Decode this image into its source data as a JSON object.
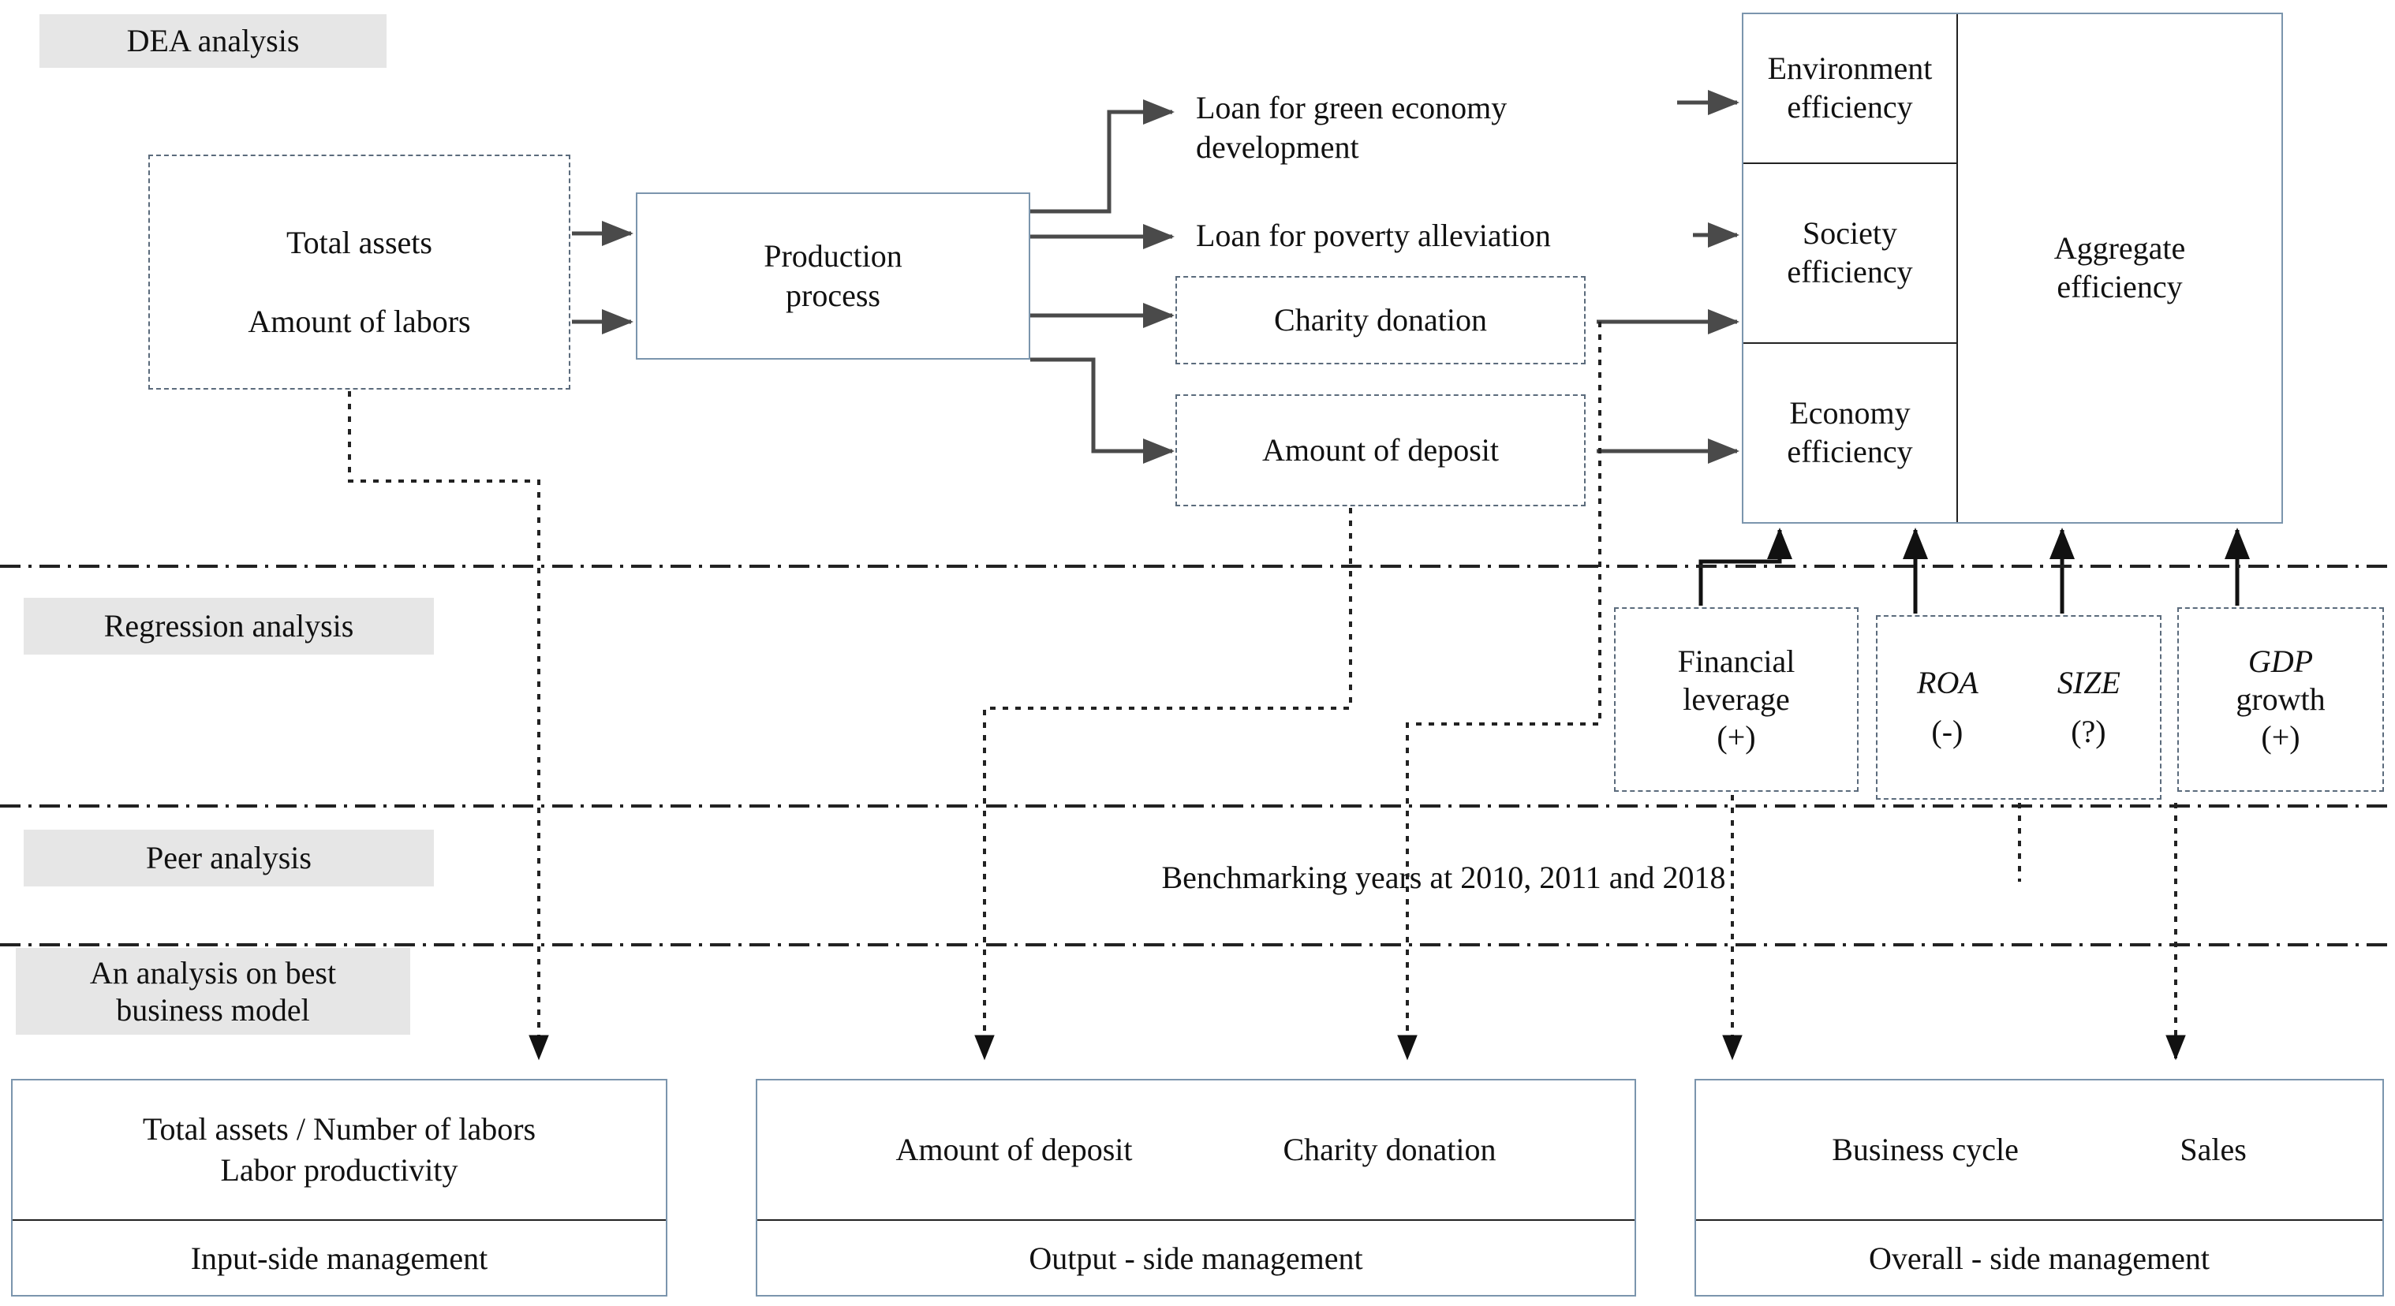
{
  "sections": [
    {
      "id": "dea",
      "label": "DEA analysis"
    },
    {
      "id": "regression",
      "label": "Regression analysis"
    },
    {
      "id": "peer",
      "label": "Peer analysis"
    },
    {
      "id": "best",
      "label": "An analysis on best\nbusiness model"
    }
  ],
  "dea": {
    "inputs": {
      "items": [
        "Total assets",
        "Amount of labors"
      ]
    },
    "process": {
      "label": "Production\nprocess"
    },
    "outputs": {
      "loan_green": "Loan for green economy\ndevelopment",
      "loan_poverty": "Loan for poverty alleviation",
      "charity": "Charity donation",
      "deposit": "Amount of deposit"
    },
    "efficiency": {
      "left": [
        "Environment\nefficiency",
        "Society\nefficiency",
        "Economy\nefficiency"
      ],
      "right": "Aggregate\nefficiency"
    }
  },
  "regression": {
    "vars": [
      {
        "name": "Financial\nleverage",
        "sign": "(+)"
      },
      {
        "name": "ROA",
        "sign": "(-)",
        "italic": true
      },
      {
        "name": "SIZE",
        "sign": "(?)",
        "italic": true
      },
      {
        "name": "GDP",
        "sign": "(+)",
        "italic": true,
        "suffix": "growth"
      }
    ]
  },
  "peer": {
    "note": "Benchmarking years at 2010, 2011 and 2018"
  },
  "best_model": {
    "cards": [
      {
        "top": "Total assets / Number of labors\nLabor productivity",
        "bottom": "Input-side management"
      },
      {
        "top_items": [
          "Amount of deposit",
          "Charity donation"
        ],
        "bottom": "Output - side management"
      },
      {
        "top_items": [
          "Business cycle",
          "Sales"
        ],
        "bottom": "Overall - side management"
      }
    ]
  },
  "colors": {
    "section_label_bg": "#e6e6e6",
    "solid_border": "#7b95ad",
    "dashed_border": "#5b6b7c",
    "arrow": "#4a4a4a",
    "text": "#111111"
  }
}
